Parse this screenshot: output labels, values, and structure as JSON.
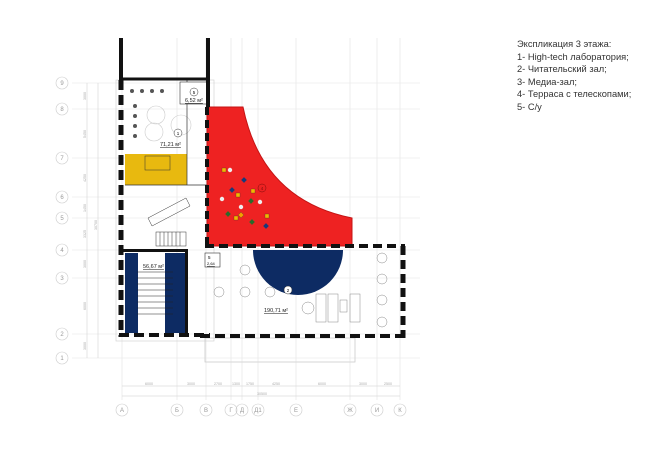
{
  "legend": {
    "title": "Экспликация 3 этажа:",
    "items": [
      "1- High-tech лаборатория;",
      "2- Читательский зал;",
      "3- Медиа-зал;",
      "4- Терраса с телескопами;",
      "5- С/у"
    ]
  },
  "row_axes": [
    "9",
    "8",
    "7",
    "6",
    "5",
    "4",
    "3",
    "2",
    "1"
  ],
  "col_axes": [
    "А",
    "Б",
    "В",
    "Г",
    "Д",
    "Д1",
    "Е",
    "Ж",
    "И",
    "К"
  ],
  "col_dims": [
    "6000",
    "3000",
    "2700",
    "1300",
    "1750",
    "4250",
    "6000",
    "3000",
    "2500"
  ],
  "col_total": "30500",
  "row_dims": [
    "3000",
    "5450",
    "4250",
    "1450",
    "3325",
    "3000",
    "6000",
    "3000"
  ],
  "row_total": "30700",
  "rooms": {
    "lab": {
      "num": "1",
      "area": "71,21 м²"
    },
    "wc_top": {
      "num": "5",
      "area": "6,52 м²"
    },
    "media": {
      "area": "56,67 м²"
    },
    "wc_small": {
      "num": "5",
      "area": "2,64"
    },
    "reading": {
      "num": "2",
      "area": "190,71 м²"
    },
    "terrace": {
      "num": "4"
    }
  },
  "colors": {
    "terrace": "#ee2222",
    "media": "#0d2b63",
    "yellow": "#e8b90f",
    "wall": "#111111"
  }
}
